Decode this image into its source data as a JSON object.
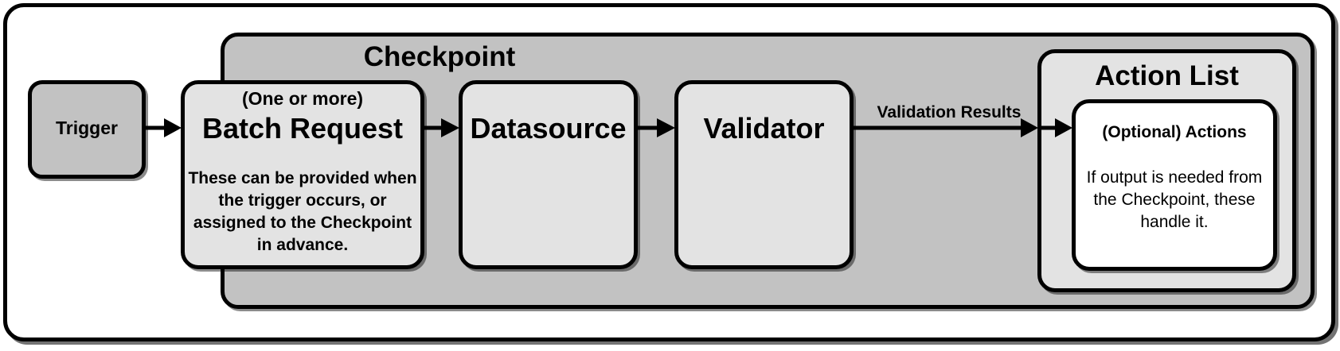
{
  "diagram": {
    "checkpoint_title": "Checkpoint",
    "trigger_label": "Trigger",
    "batch_request": {
      "subtitle": "(One or more)",
      "title": "Batch Request",
      "description": "These can be provided when the trigger occurs, or assigned to the Checkpoint in advance."
    },
    "datasource_title": "Datasource",
    "validator_title": "Validator",
    "validation_results_label": "Validation Results",
    "action_list": {
      "title": "Action List",
      "actions_subtitle": "(Optional) Actions",
      "actions_description": "If output is needed from the Checkpoint, these handle it."
    }
  }
}
